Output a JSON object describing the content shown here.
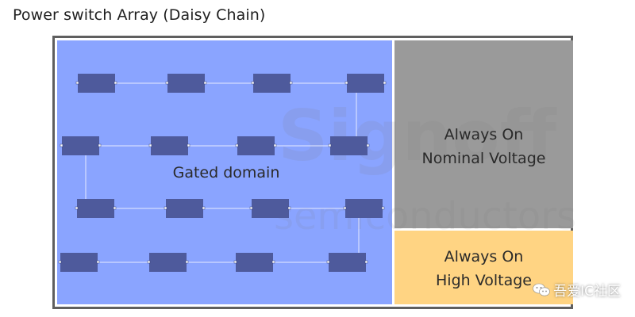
{
  "title": "Power switch Array (Daisy Chain)",
  "regions": {
    "gated": "Gated domain",
    "nominal": [
      "Always On",
      "Nominal Voltage"
    ],
    "high": [
      "Always On",
      "High Voltage"
    ]
  },
  "watermark": {
    "text": "吾爱IC社区",
    "icon": "wechat-icon"
  },
  "colors": {
    "gated": "#8aa4ff",
    "always_on_nominal": "#9a9a9a",
    "always_on_high": "#ffd483",
    "switch": "#4e5a9c",
    "wire": "#e6eaff",
    "border": "#5f5f5f"
  },
  "switch_array": {
    "rows": 4,
    "cols": 4,
    "chain": "serpentine"
  }
}
